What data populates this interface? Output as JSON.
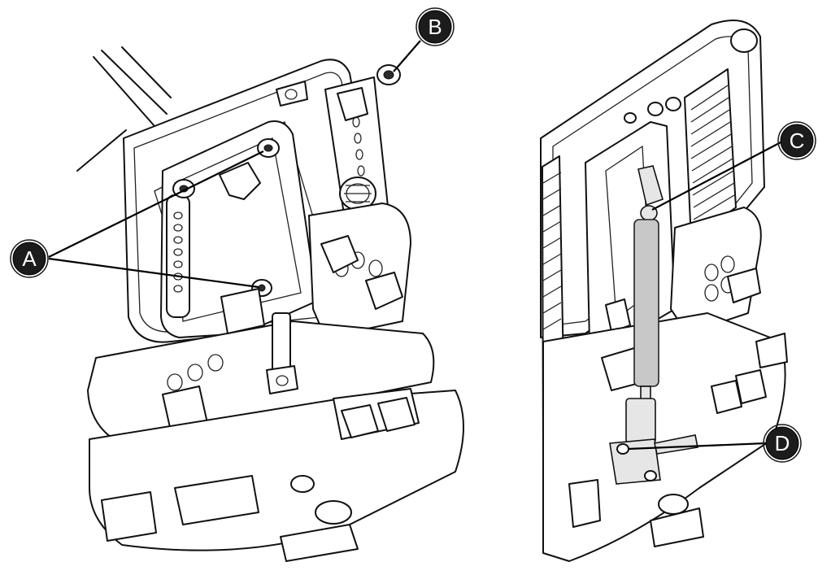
{
  "callouts": [
    {
      "id": "A",
      "label": "A"
    },
    {
      "id": "B",
      "label": "B"
    },
    {
      "id": "C",
      "label": "C"
    },
    {
      "id": "D",
      "label": "D"
    }
  ],
  "colors": {
    "line": "#111111",
    "callout_fill": "#1c1c1c",
    "callout_text": "#ffffff",
    "strut_fill": "#c8c8c8"
  }
}
